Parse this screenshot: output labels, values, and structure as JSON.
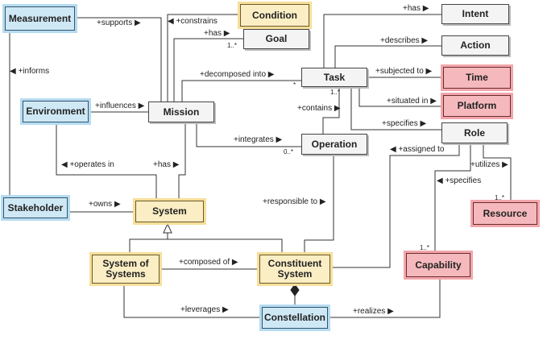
{
  "nodes": {
    "measurement": "Measurement",
    "condition": "Condition",
    "goal": "Goal",
    "intent": "Intent",
    "action": "Action",
    "task": "Task",
    "time": "Time",
    "platform": "Platform",
    "environment": "Environment",
    "mission": "Mission",
    "operation": "Operation",
    "role": "Role",
    "stakeholder": "Stakeholder",
    "system": "System",
    "resource": "Resource",
    "system_of_systems": "System of\nSystems",
    "constituent_system": "Constituent\nSystem",
    "capability": "Capability",
    "constellation": "Constellation"
  },
  "edges": {
    "supports": "+supports ▶",
    "constrains": "◀ +constrains",
    "mission_has_goal": "+has ▶",
    "task_has_intent": "+has ▶",
    "informs": "◀ +informs",
    "describes": "+describes ▶",
    "decomposed_into": "+decomposed into ▶",
    "subjected_to": "+subjected to ▶",
    "influences": "+influences ▶",
    "contains": "+contains ▶",
    "situated_in": "+situated in ▶",
    "specifies_role": "+specifies ▶",
    "integrates": "+integrates ▶",
    "assigned_to": "◀ +assigned to",
    "operates_in": "◀ +operates in",
    "mission_has_system": "+has ▶",
    "utilizes": "+utilizes ▶",
    "specifies_capability": "◀ +specifies",
    "owns": "+owns ▶",
    "responsible_to": "+responsible to ▶",
    "composed_of": "+composed of ▶",
    "leverages": "+leverages ▶",
    "realizes": "+realizes ▶"
  },
  "multiplicities": {
    "goal": "1..*",
    "task_star": "*",
    "task_many": "1..*",
    "operation": "0..*",
    "resource": "1..*",
    "capability": "1..*"
  }
}
